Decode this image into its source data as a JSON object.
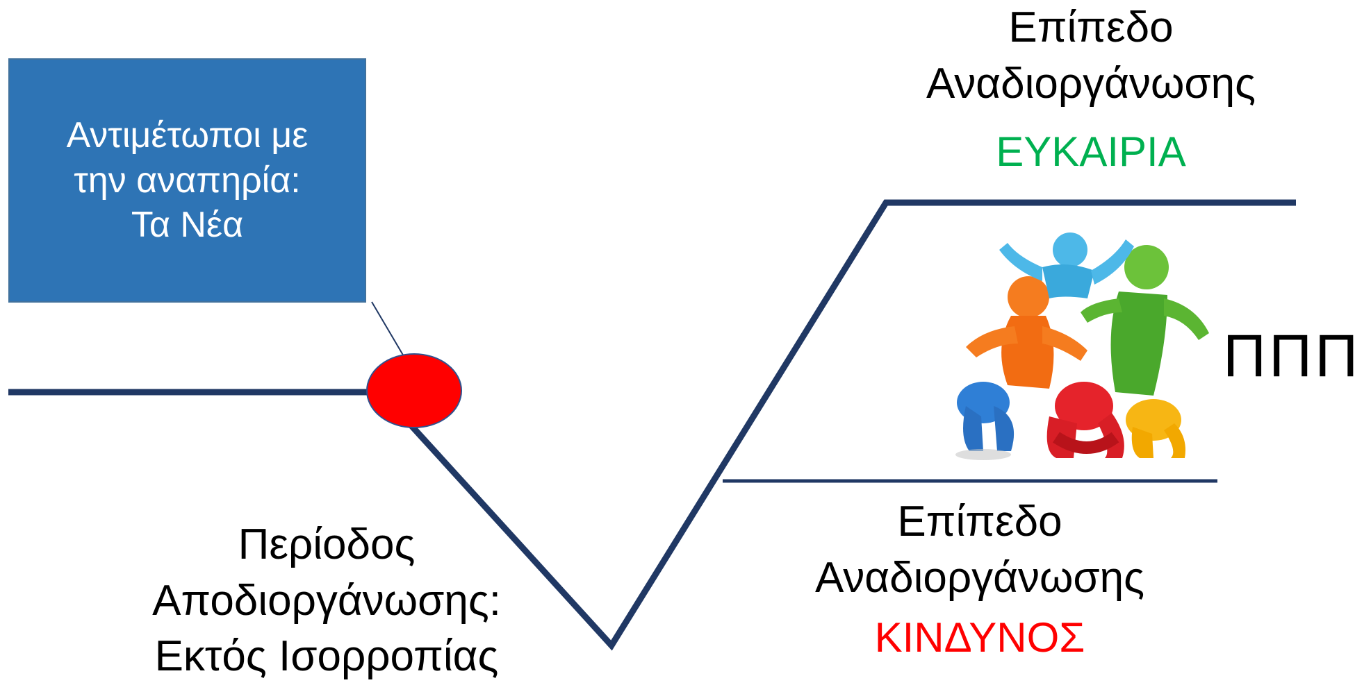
{
  "info_box": {
    "lines": [
      "Αντιμέτωποι με",
      "την αναπηρία:",
      "Τα Νέα"
    ]
  },
  "top_level": {
    "lines": [
      "Επίπεδο",
      "Αναδιοργάνωσης"
    ],
    "status": "ΕΥΚΑΙΡΙΑ"
  },
  "bottom_level": {
    "lines": [
      "Επίπεδο",
      "Αναδιοργάνωσης"
    ],
    "status": "ΚΙΝΔΥΝΟΣ"
  },
  "period": {
    "lines": [
      "Περίοδος",
      "Αποδιοργάνωσης:",
      "Εκτός Ισορροπίας"
    ]
  },
  "side_label": "ΠΠΠ",
  "colors": {
    "line": "#203864",
    "box": "#2e74b5",
    "marker": "#ff0000",
    "opportunity": "#00b050",
    "danger": "#ff0000"
  },
  "illustration": {
    "icon": "people-teamwork-figures-icon"
  }
}
